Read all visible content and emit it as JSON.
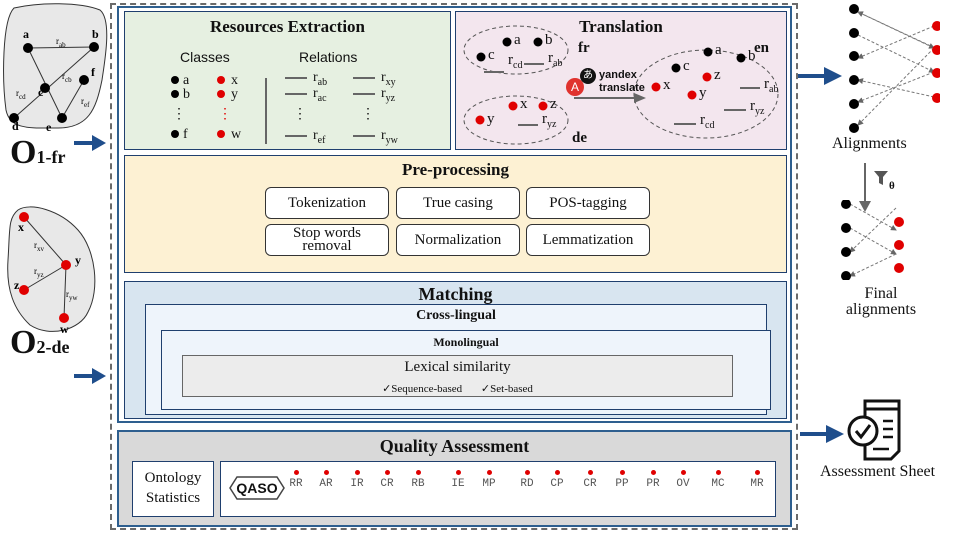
{
  "ontologies": {
    "source": {
      "label": "O",
      "subscript": "1-fr",
      "nodes": [
        "a",
        "b",
        "c",
        "d",
        "e",
        "f"
      ],
      "relations": [
        "r_ab",
        "r_cb",
        "r_cd",
        "r_ef"
      ]
    },
    "target": {
      "label": "O",
      "subscript": "2-de",
      "nodes": [
        "x",
        "y",
        "z",
        "w"
      ],
      "relations": [
        "r_xv",
        "r_yz",
        "r_yw"
      ]
    }
  },
  "resources_extraction": {
    "title": "Resources Extraction",
    "classes_label": "Classes",
    "relations_label": "Relations",
    "classes_fr": [
      "a",
      "b",
      "f"
    ],
    "classes_de": [
      "x",
      "y",
      "w"
    ],
    "relations_fr": [
      {
        "r": "r",
        "sub": "ab"
      },
      {
        "r": "r",
        "sub": "ac"
      },
      {
        "r": "r",
        "sub": "ef"
      }
    ],
    "relations_de": [
      {
        "r": "r",
        "sub": "xy"
      },
      {
        "r": "r",
        "sub": "yz"
      },
      {
        "r": "r",
        "sub": "yw"
      }
    ],
    "ellipsis": "⋮"
  },
  "translation": {
    "title": "Translation",
    "fr_label": "fr",
    "de_label": "de",
    "en_label": "en",
    "service_line1": "yandex",
    "service_line2": "translate",
    "fr_nodes": [
      "a",
      "b",
      "c"
    ],
    "fr_rel": [
      {
        "r": "r",
        "sub": "cd"
      },
      {
        "r": "r",
        "sub": "ab"
      }
    ],
    "de_nodes": [
      "x",
      "z",
      "y"
    ],
    "de_rel": {
      "r": "r",
      "sub": "yz"
    },
    "en_nodes": [
      "a",
      "b",
      "c",
      "z",
      "x",
      "y"
    ],
    "en_rel": [
      {
        "r": "r",
        "sub": "ab"
      },
      {
        "r": "r",
        "sub": "yz"
      },
      {
        "r": "r",
        "sub": "cd"
      }
    ]
  },
  "preprocessing": {
    "title": "Pre-processing",
    "steps": [
      "Tokenization",
      "True casing",
      "POS-tagging",
      "Stop words removal",
      "Normalization",
      "Lemmatization"
    ]
  },
  "matching": {
    "title": "Matching",
    "cross_lingual": "Cross-lingual",
    "monolingual": "Monolingual",
    "lexical": "Lexical similarity",
    "methods": [
      "✓Sequence-based",
      "✓Set-based"
    ]
  },
  "quality": {
    "title": "Quality Assessment",
    "ontology_statistics": "Ontology Statistics",
    "qaso_label": "QASO",
    "metrics": [
      "RR",
      "AR",
      "IR",
      "CR",
      "RB",
      "IE",
      "MP",
      "RD",
      "CP",
      "CR",
      "PP",
      "PR",
      "OV",
      "MC",
      "MR"
    ]
  },
  "outputs": {
    "alignments": "Alignments",
    "filter_symbol": "θ",
    "final_alignments_line1": "Final",
    "final_alignments_line2": "alignments",
    "assessment_sheet": "Assessment Sheet"
  },
  "colors": {
    "source_node": "#000000",
    "target_node": "#e00000",
    "arrow": "#1f4e8c"
  }
}
